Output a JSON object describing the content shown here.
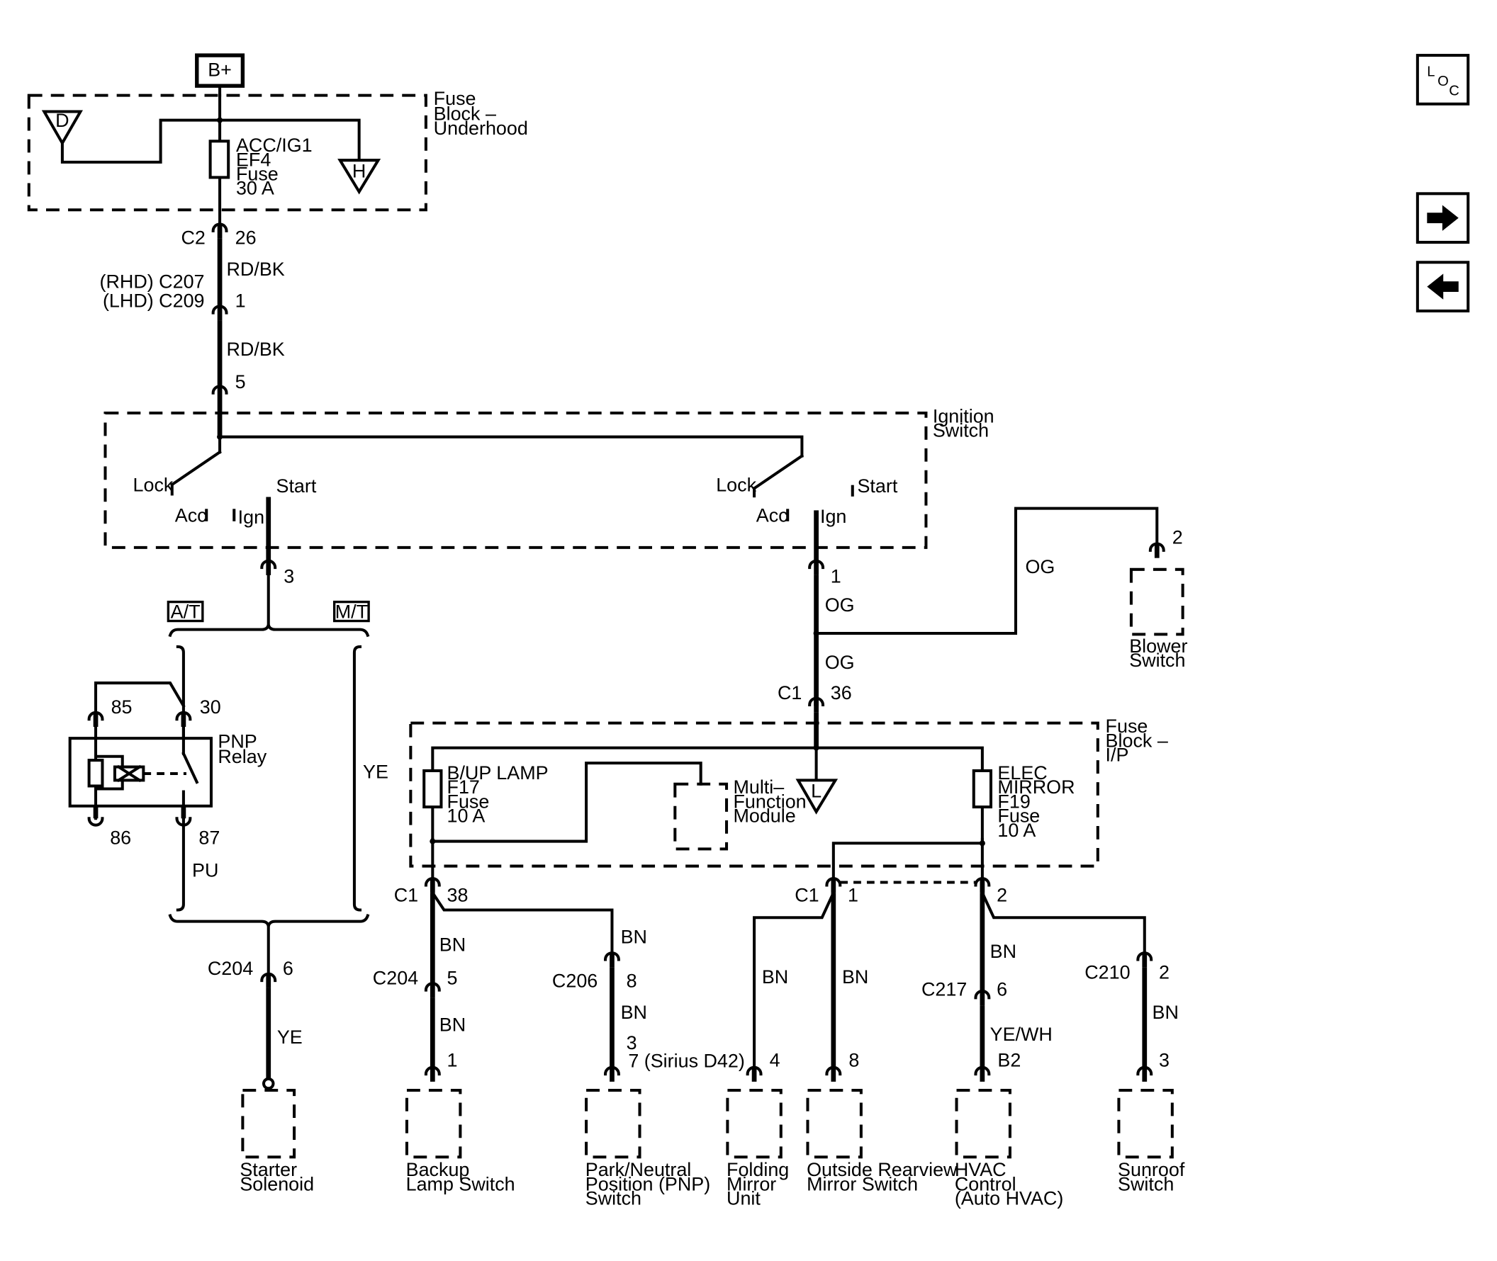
{
  "power": {
    "bplus": "B+"
  },
  "nav": {
    "loc": [
      "L",
      "O",
      "C"
    ],
    "next_icon": "arrow-right-icon",
    "prev_icon": "arrow-left-icon"
  },
  "fuse_block_underhood": {
    "title": [
      "Fuse",
      "Block –",
      "Underhood"
    ],
    "fuse": [
      "ACC/IG1",
      "EF4",
      "Fuse",
      "30 A"
    ],
    "bus_d": "D",
    "bus_h": "H"
  },
  "connectors": {
    "c2": "C2",
    "c2_pin": "26",
    "c207": "(RHD) C207",
    "c209": "(LHD) C209",
    "c209_pin": "1",
    "ign_pin5": "5",
    "ign_pin3": "3",
    "ign_pin1": "1",
    "c1_top": "C1",
    "c1_top_pin": "36",
    "c1_left": "C1",
    "c1_left_pin": "38",
    "c1_right": "C1",
    "c1_right_pin1": "1",
    "c1_right_pin2": "2",
    "c204_left": "C204",
    "c204_left_pin": "6",
    "c204_mid": "C204",
    "c204_mid_pin": "5",
    "c206": "C206",
    "c206_pin": "8",
    "c217": "C217",
    "c217_pin": "6",
    "c210": "C210",
    "c210_pin": "2",
    "backup_pin": "1",
    "pnp_pin": "3",
    "pnp_pin_alt": "7 (Sirius D42)",
    "folding_pin": "4",
    "outside_pin": "8",
    "hvac_pin": "B2",
    "sunroof_pin": "3",
    "blower_pin": "2"
  },
  "wires": {
    "rdbk1": "RD/BK",
    "rdbk2": "RD/BK",
    "og1": "OG",
    "og2": "OG",
    "og3": "OG",
    "ye": "YE",
    "pu": "PU",
    "ye2": "YE",
    "bn_backup1": "BN",
    "bn_backup2": "BN",
    "bn_pnp1": "BN",
    "bn_pnp2": "BN",
    "bn_folding": "BN",
    "bn_outside": "BN",
    "bn_hvac": "BN",
    "yewh": "YE/WH",
    "bn_sunroof": "BN"
  },
  "ignition_switch": {
    "title": [
      "Ignition",
      "Switch"
    ],
    "lock1": "Lock",
    "start1": "Start",
    "acc1": "Acc",
    "ign1": "Ign",
    "lock2": "Lock",
    "start2": "Start",
    "acc2": "Acc",
    "ign2": "Ign"
  },
  "transmission": {
    "at": "A/T",
    "mt": "M/T"
  },
  "relay": {
    "title": [
      "PNP",
      "Relay"
    ],
    "pin85": "85",
    "pin30": "30",
    "pin86": "86",
    "pin87": "87"
  },
  "fuse_block_ip": {
    "title": [
      "Fuse",
      "Block –",
      "I/P"
    ],
    "fuse_left": [
      "B/UP LAMP",
      "F17",
      "Fuse",
      "10 A"
    ],
    "module": [
      "Multi–",
      "Function",
      "Module"
    ],
    "bus_l": "L",
    "fuse_right": [
      "ELEC",
      "MIRROR",
      "F19",
      "Fuse",
      "10 A"
    ]
  },
  "components": {
    "blower": [
      "Blower",
      "Switch"
    ],
    "starter": [
      "Starter",
      "Solenoid"
    ],
    "backup": [
      "Backup",
      "Lamp Switch"
    ],
    "pnp": [
      "Park/Neutral",
      "Position (PNP)",
      "Switch"
    ],
    "folding": [
      "Folding",
      "Mirror",
      "Unit"
    ],
    "outside": [
      "Outside Rearview",
      "Mirror Switch"
    ],
    "hvac": [
      "HVAC",
      "Control",
      "(Auto HVAC)"
    ],
    "sunroof": [
      "Sunroof",
      "Switch"
    ]
  }
}
